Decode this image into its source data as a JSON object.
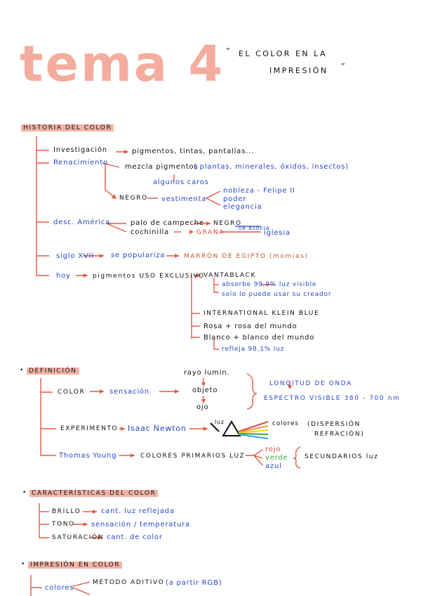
{
  "title": {
    "big": "tema 4",
    "quote_open": "“",
    "line1": "EL COLOR EN LA",
    "line2": "IMPRESIÓN",
    "quote_close": "”"
  },
  "historia": {
    "heading": "HISTORIA DEL COLOR",
    "investigacion": "Investigación",
    "investigacion_val": "pigmentos, tintas, pantallas...",
    "renacimiento": "Renacimiento",
    "mezcla": "mezcla pigmentos",
    "mezcla_paren": "( plantas, minerales, óxidos, insectos)",
    "algunos_caros": "algunos caros",
    "negro": "NEGRO",
    "vestimenta": "vestimenta",
    "nobleza": "nobleza - Felipe II",
    "poder": "poder",
    "elegancia": "elegancia",
    "desc_america": "desc. América",
    "palo": "palo de campeche",
    "palo_val": "NEGRO",
    "cochinilla": "cochinilla",
    "grana": "GRANA",
    "se_asocia": "se asocia",
    "iglesia": "iglesia",
    "siglo": "siglo XVII",
    "se_populariza": "se populariza",
    "marron": "MARRÓN DE EGIPTO (momias)",
    "hoy": "hoy",
    "pigmentos_uso": "pigmentos USO EXCLUSIVO",
    "vantablack": "VANTABLACK",
    "absorbe": "absorbe 99,9% luz visible",
    "solo": "solo lo puede usar su creador",
    "klein": "INTERNATIONAL KLEIN BLUE",
    "rosa": "Rosa + rosa del mundo",
    "blanco": "Blanco + blanco del mundo",
    "refleja": "refleja 98,1% luz"
  },
  "definicion": {
    "heading": "DEFINICIÓN",
    "rayo": "rayo lumin.",
    "color": "COLOR",
    "sensacion": "sensación",
    "objeto": "objeto",
    "ojo": "ojo",
    "longitud": "LONGITUD DE ONDA",
    "espectro": "ESPECTRO VISIBLE 380 - 700 nm",
    "experimento": "EXPERIMENTO",
    "newton": "Isaac Newton",
    "luz": "luz",
    "colores": "colores",
    "dispersion": "(DISPERSIÓN",
    "refracion": "REFRACIÓN)",
    "young": "Thomas Young",
    "primarios": "COLORES PRIMARIOS LUZ",
    "rojo": "rojo",
    "verde": "verde",
    "azul": "azul",
    "secundarios": "SECUNDARIOS luz"
  },
  "caracteristicas": {
    "heading": "CARACTERÍSTICAS DEL COLOR",
    "brillo": "BRILLO",
    "brillo_val": "cant. luz reflejada",
    "tono": "TONO",
    "tono_val": "sensación / temperatura",
    "saturacion": "SATURACIÓN",
    "saturacion_val": "cant. de color"
  },
  "impresion": {
    "heading": "IMPRESIÓN EN COLOR",
    "colores": "colores",
    "metodo": "MÉTODO ADITIVO",
    "metodo_paren": "(a partir RGB)"
  },
  "colors": {
    "title_pink": "#f2a494",
    "highlight": "#f2b3a6",
    "ink_blue": "#2549c8",
    "arrow_red": "#e05a48"
  }
}
